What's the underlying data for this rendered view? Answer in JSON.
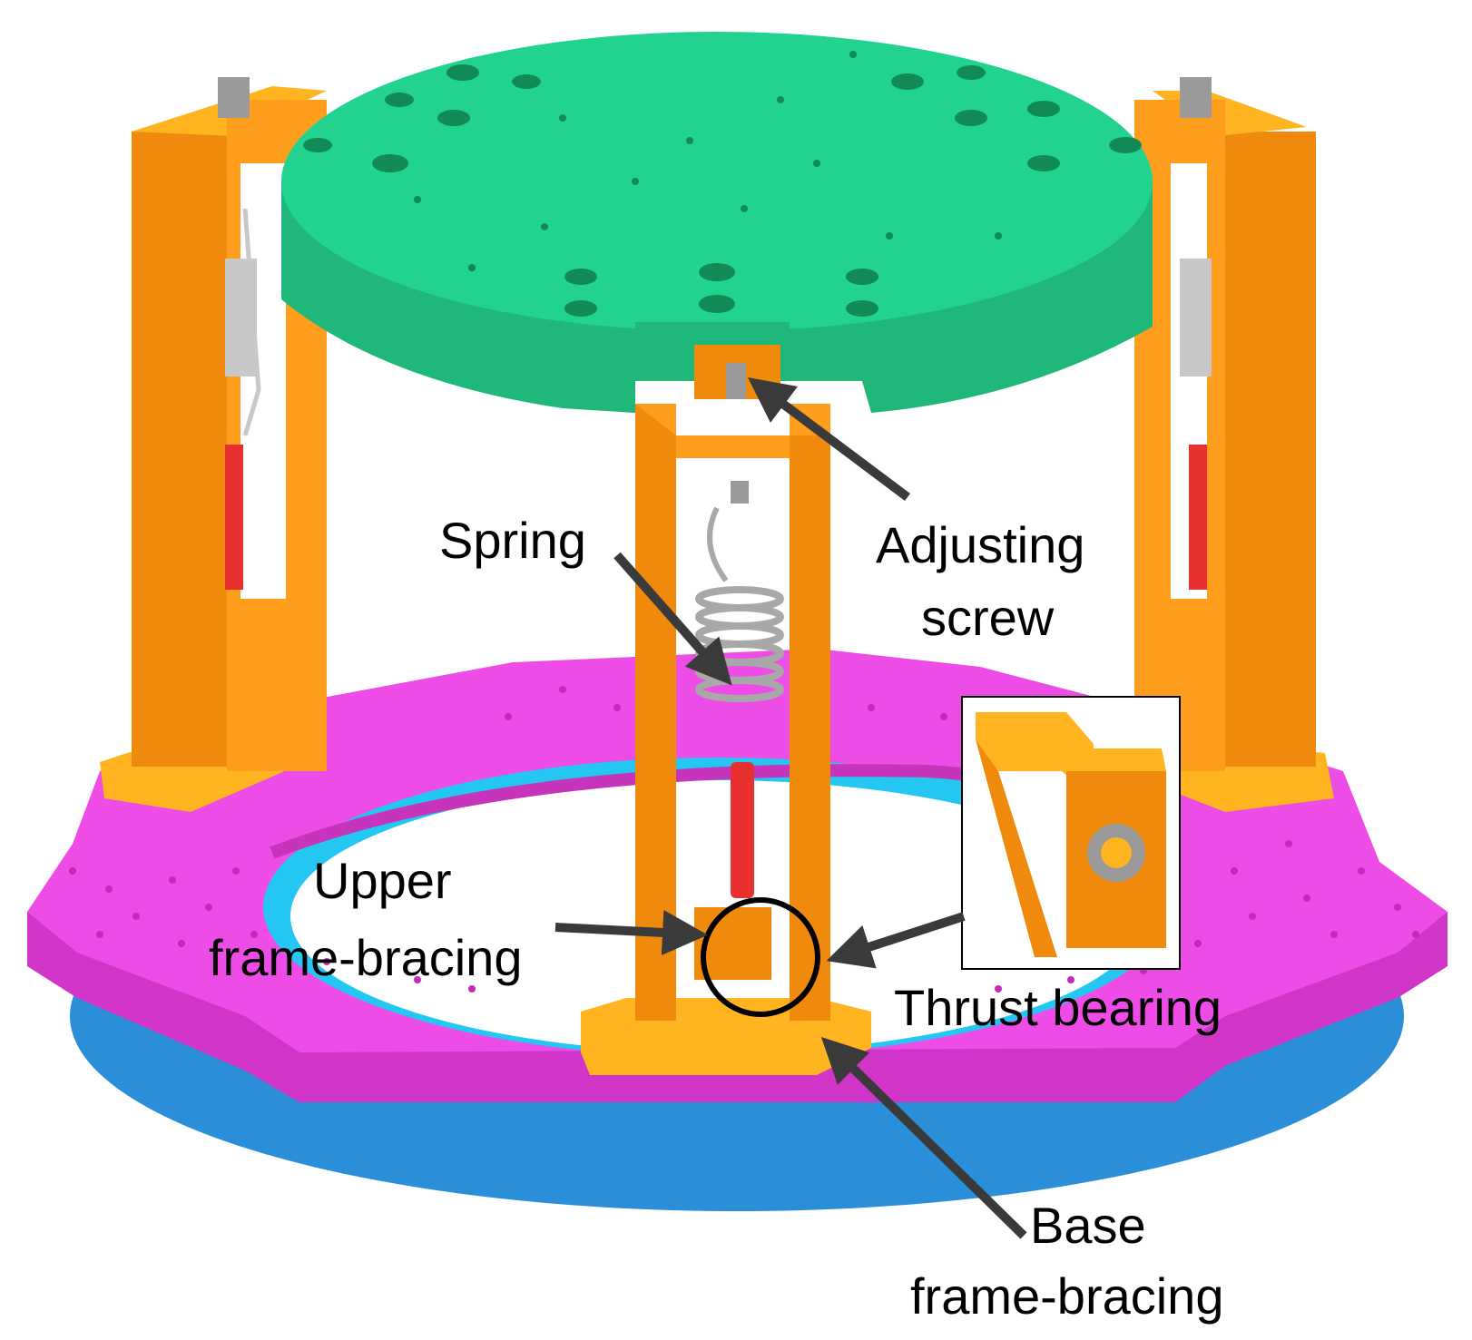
{
  "labels": {
    "spring": "Spring",
    "adjusting_line1": "Adjusting",
    "adjusting_line2": "screw",
    "upper_line1": "Upper",
    "upper_line2": "frame-bracing",
    "thrust": "Thrust bearing",
    "base_line1": "Base",
    "base_line2": "frame-bracing"
  },
  "colors": {
    "platform": "#21d38f",
    "ring": "#ee4ce6",
    "ring_underside": "#2a8fd8",
    "frame": "#f08a0c",
    "frame_light": "#ffb420",
    "spring": "#c8c8c8",
    "damper": "#e83030",
    "arrow": "#3a3a3a"
  }
}
